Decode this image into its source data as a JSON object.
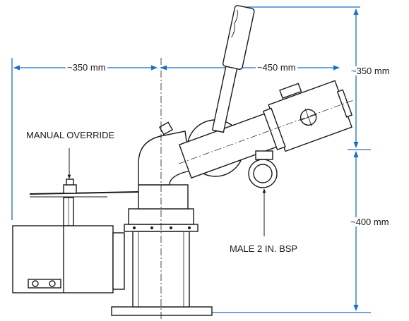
{
  "dimensions": {
    "left_width": "~350 mm",
    "barrel_length": "~450 mm",
    "upper_height": "~350 mm",
    "lower_height": "~400 mm"
  },
  "callouts": {
    "manual_override": "MANUAL OVERRIDE",
    "outlet_thread": "MALE 2 IN. BSP"
  },
  "colors": {
    "dimension_lines": "#1f6fbf",
    "drawing_lines": "#1a1a1a",
    "background": "#ffffff"
  }
}
